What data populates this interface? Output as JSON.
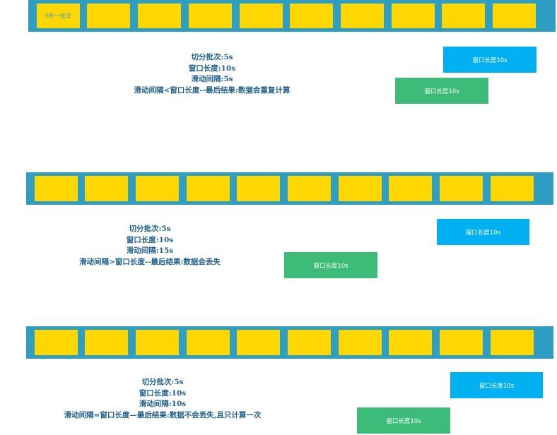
{
  "colors": {
    "strip": "#2e9fc3",
    "batch": "#ffd700",
    "window_blue": "#00b0f0",
    "window_green": "#3dbb78",
    "note_text": "#1f5f8b"
  },
  "diagrams": [
    {
      "first_batch_label": "5秒一批次",
      "notes": [
        "切分批次:5s",
        "窗口长度:10s",
        "滑动间隔:5s",
        "滑动间隔<窗口长度--最后结果:数据会重复计算"
      ],
      "window_blue_label": "窗口长度10s",
      "window_green_label": "窗口长度10s"
    },
    {
      "first_batch_label": "",
      "notes": [
        "切分批次:5s",
        "窗口长度:10s",
        "滑动间隔:15s",
        "滑动间隔>窗口长度--最后结果:数据会丢失"
      ],
      "window_blue_label": "窗口长度10s",
      "window_green_label": "窗口长度10s"
    },
    {
      "first_batch_label": "",
      "notes": [
        "切分批次:5s",
        "窗口长度:10s",
        "滑动间隔:10s",
        "滑动间隔=窗口长度—最后结果:数据不会丢失,且只计算一次"
      ],
      "window_blue_label": "窗口长度10s",
      "window_green_label": "窗口长度10s"
    }
  ]
}
